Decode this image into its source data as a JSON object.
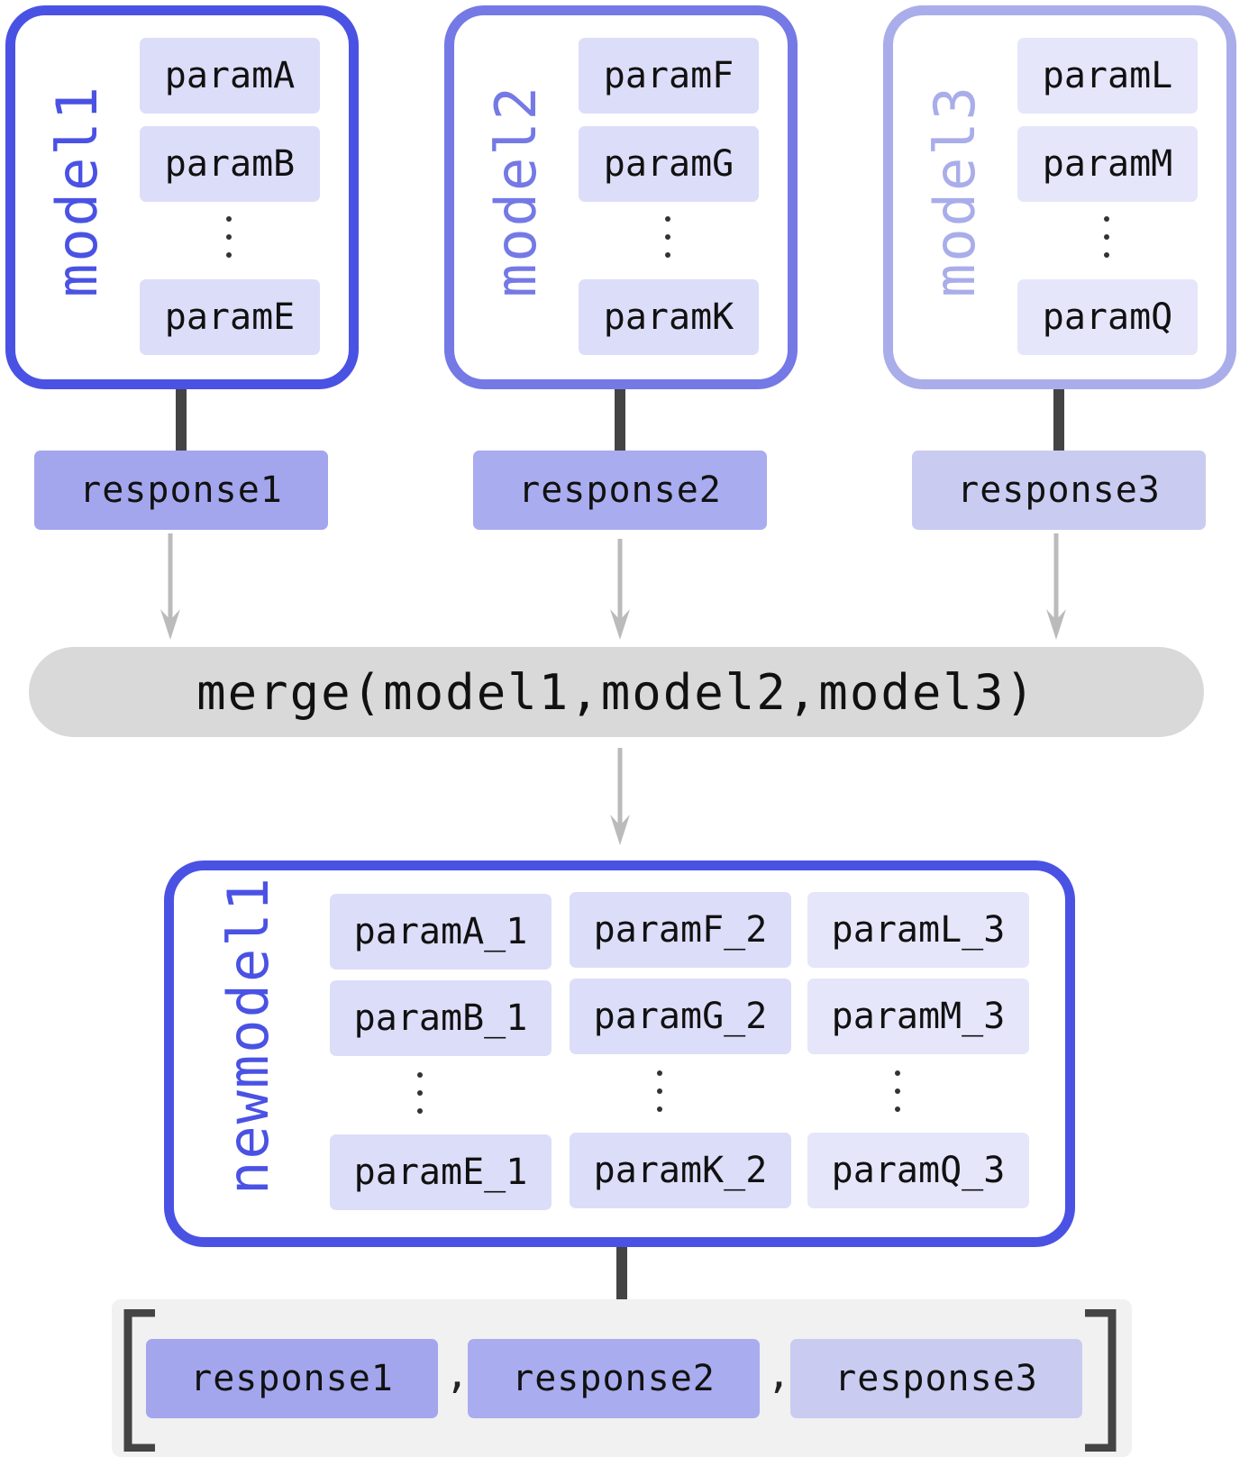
{
  "colors": {
    "model1": "#4a52e4",
    "model2": "#7479e5",
    "model3": "#a9ade9",
    "param1": "#dcddf9",
    "param2": "#dcddf9",
    "param3": "#e5e6fa",
    "response1": "#a3a6ed",
    "response2": "#a9acee",
    "response3": "#c9cbf1",
    "merge": "#d9d9d9",
    "arrow": "#bbbbbb",
    "connector": "#444444"
  },
  "models": [
    {
      "title": "model1",
      "params": [
        "paramA",
        "paramB",
        "paramE"
      ],
      "response": "response1"
    },
    {
      "title": "model2",
      "params": [
        "paramF",
        "paramG",
        "paramK"
      ],
      "response": "response2"
    },
    {
      "title": "model3",
      "params": [
        "paramL",
        "paramM",
        "paramQ"
      ],
      "response": "response3"
    }
  ],
  "merge_call": "merge(model1,model2,model3)",
  "newmodel": {
    "title": "newmodel1",
    "columns": [
      [
        "paramA_1",
        "paramB_1",
        "paramE_1"
      ],
      [
        "paramF_2",
        "paramG_2",
        "paramK_2"
      ],
      [
        "paramL_3",
        "paramM_3",
        "paramQ_3"
      ]
    ]
  },
  "output_list": {
    "items": [
      "response1",
      "response2",
      "response3"
    ],
    "separators": [
      ",",
      ","
    ]
  },
  "icons": {
    "arrow": "arrow-down-icon",
    "ellipsis": "vertical-ellipsis-icon",
    "bracket": "square-bracket-icon"
  }
}
